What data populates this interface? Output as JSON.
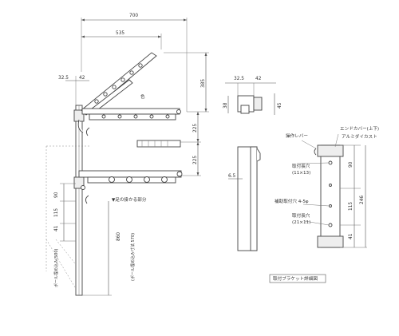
{
  "dimensions": {
    "d700": "700",
    "d535": "535",
    "d32_5_left": "32.5",
    "d42_left": "42",
    "d385": "385",
    "d225_top": "225",
    "d225_bottom": "225",
    "d90_left": "90",
    "d115_left": "115",
    "d41_left": "41",
    "d860": "860",
    "d32_5_bracket": "32.5",
    "d42_bracket": "42",
    "d38": "38",
    "d45": "45",
    "d6_5": "6.5",
    "d90_right": "90",
    "d246": "246",
    "d115_right": "115",
    "d41_right": "41"
  },
  "labels": {
    "angle_color": "色",
    "foot_part": "▼足の掛かる部分",
    "pole_install_mid": "(ポール埋め込み寸法 570)",
    "pole_install_bottom": "ポール埋め込み(500)",
    "operation_lever": "操作レバー",
    "end_cover": "エンドカバー(上下)",
    "aluminum_diecast": "アルミダイカスト",
    "mount_hole": "取付長穴",
    "mount_hole_size": "(11×13)",
    "aux_hole": "補助取付穴 4-5φ",
    "mount_hole2": "取付長穴",
    "mount_hole2_size": "(21×11)",
    "detail_title": "取付ブラケット詳細図"
  }
}
